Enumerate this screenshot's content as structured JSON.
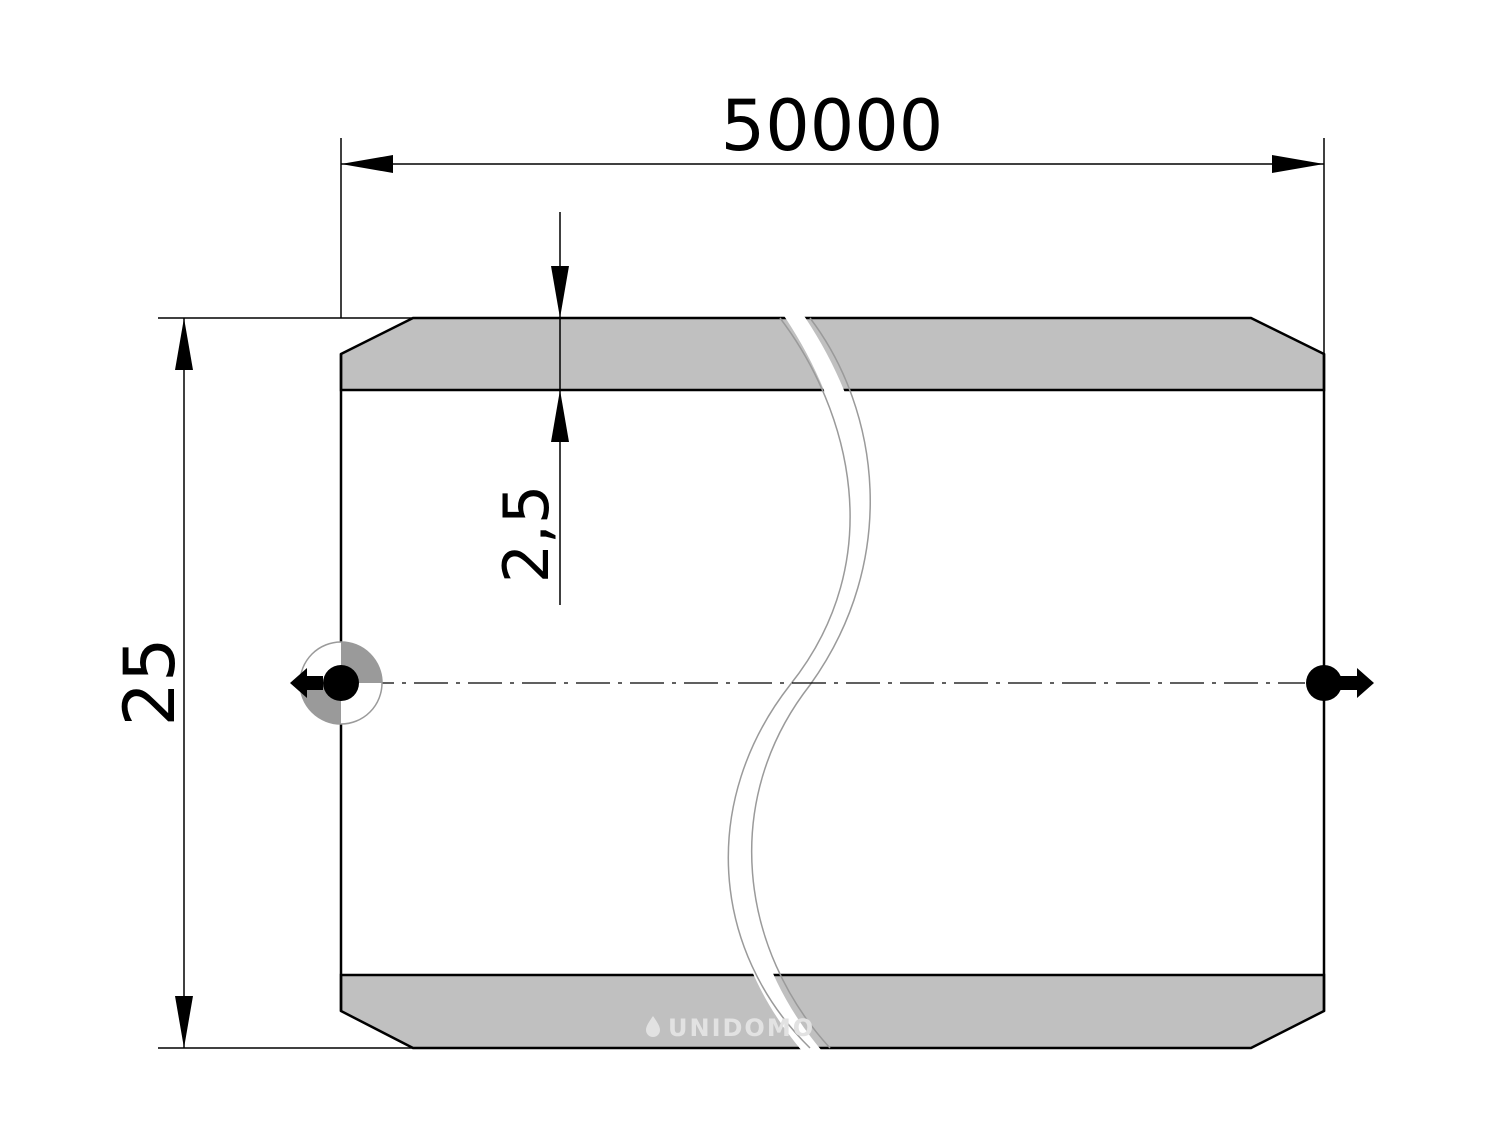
{
  "drawing": {
    "dimensions": {
      "length": "50000",
      "outer_diameter": "25",
      "wall_thickness": "2,5"
    },
    "watermark": "UNIDOMO",
    "colors": {
      "line": "#000000",
      "wall_fill": "#c0c0c0",
      "break_outline": "#9a9a9a",
      "background": "#ffffff"
    },
    "symbols": [
      "centerline",
      "flow-start-icon",
      "flow-end-icon",
      "break-line"
    ]
  }
}
